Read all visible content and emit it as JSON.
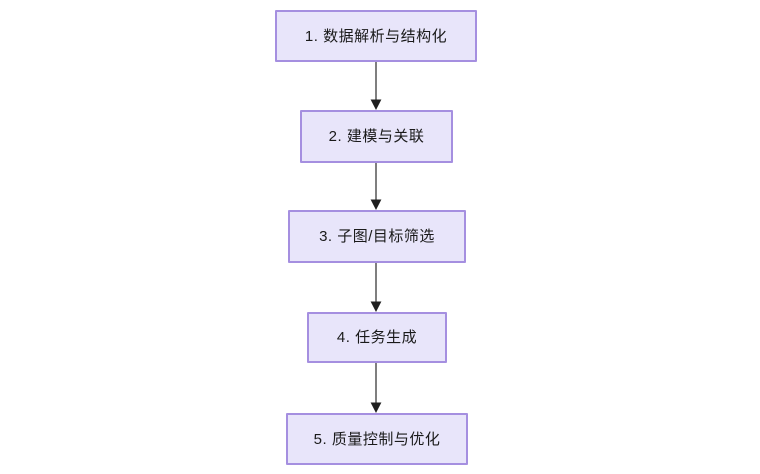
{
  "diagram": {
    "type": "flowchart",
    "orientation": "top-to-bottom",
    "background_color": "#ffffff",
    "node_fill_color": "#e8e5fa",
    "node_border_color": "#a58fe0",
    "node_text_color": "#1a1a1a",
    "edge_color": "#5f5f5f",
    "arrowhead_color": "#1f1f1f",
    "nodes": [
      {
        "id": "1",
        "label": "1. 数据解析与结构化"
      },
      {
        "id": "2",
        "label": "2. 建模与关联"
      },
      {
        "id": "3",
        "label": "3. 子图/目标筛选"
      },
      {
        "id": "4",
        "label": "4. 任务生成"
      },
      {
        "id": "5",
        "label": "5. 质量控制与优化"
      }
    ],
    "edges": [
      {
        "from": "1",
        "to": "2"
      },
      {
        "from": "2",
        "to": "3"
      },
      {
        "from": "3",
        "to": "4"
      },
      {
        "from": "4",
        "to": "5"
      }
    ]
  }
}
